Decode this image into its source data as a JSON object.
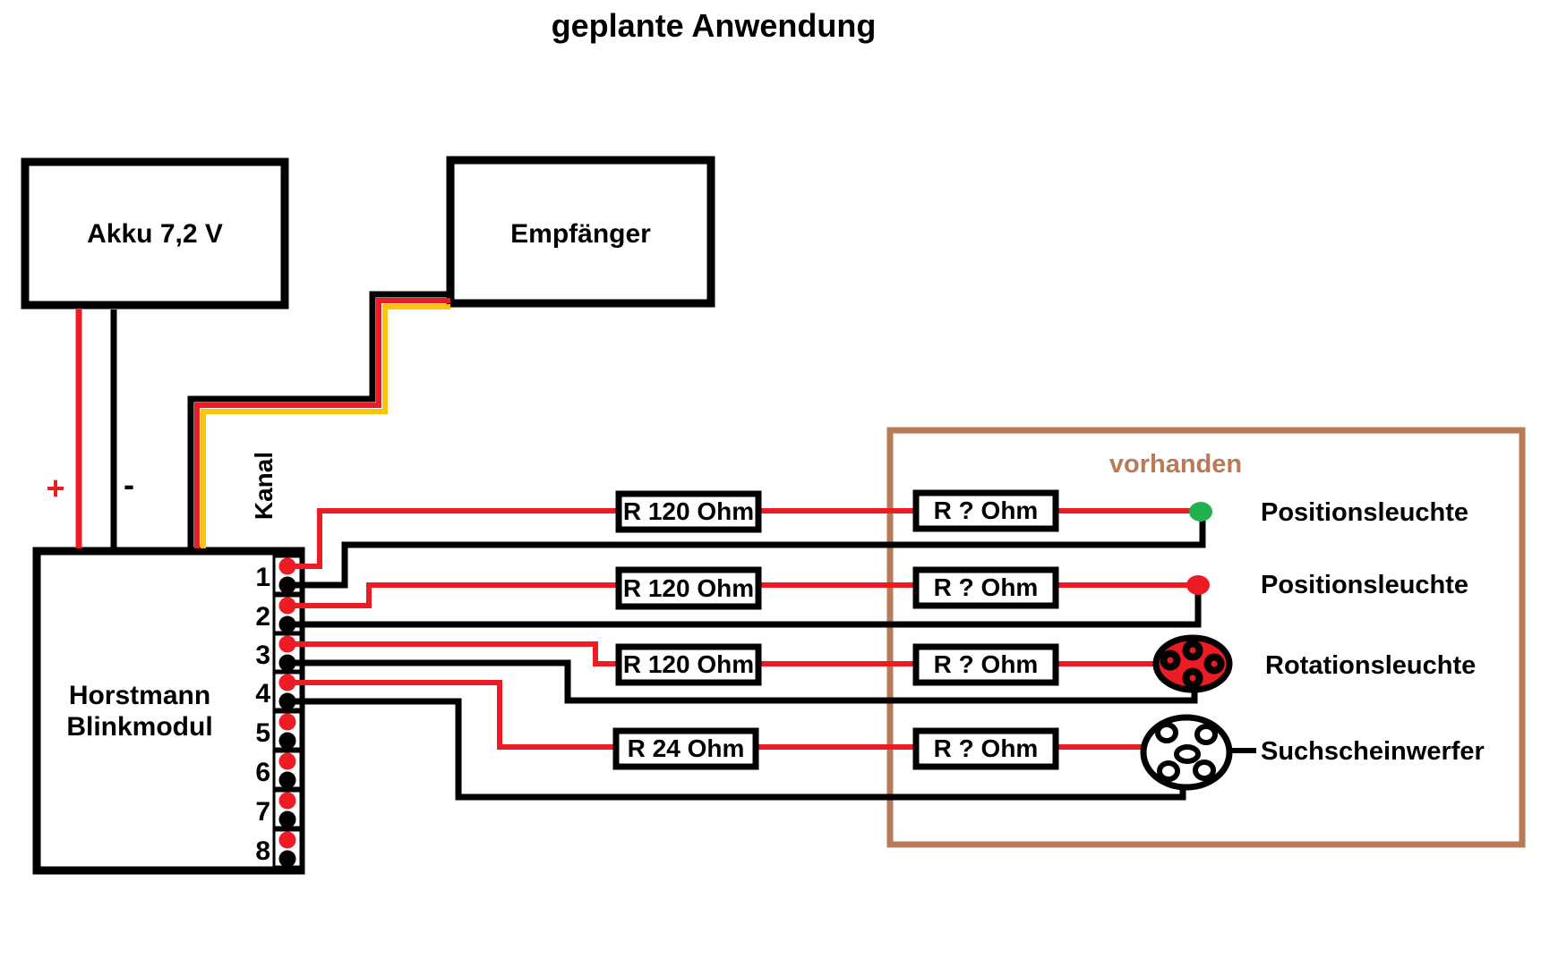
{
  "title": "geplante Anwendung",
  "colors": {
    "red": "#ed1c24",
    "yellow": "#ffc20e",
    "green": "#22b14c",
    "brown": "#b97a57",
    "black": "#000000"
  },
  "battery": {
    "label": "Akku 7,2 V",
    "plus": "+",
    "minus": "-"
  },
  "receiver": {
    "label": "Empfänger"
  },
  "module": {
    "line1": "Horstmann",
    "line2": "Blinkmodul",
    "connector_label": "Kanal",
    "channels": [
      "1",
      "2",
      "3",
      "4",
      "5",
      "6",
      "7",
      "8"
    ]
  },
  "existing_box": {
    "label": "vorhanden"
  },
  "rows": [
    {
      "resistor1": "R 120 Ohm",
      "resistor2": "R ? Ohm",
      "lamp": "green-position-light",
      "label": "Positionsleuchte"
    },
    {
      "resistor1": "R 120 Ohm",
      "resistor2": "R ? Ohm",
      "lamp": "red-position-light",
      "label": "Positionsleuchte"
    },
    {
      "resistor1": "R 120 Ohm",
      "resistor2": "R ? Ohm",
      "lamp": "rotation-beacon",
      "label": "Rotationsleuchte"
    },
    {
      "resistor1": "R 24 Ohm",
      "resistor2": "R ? Ohm",
      "lamp": "searchlight",
      "label": "Suchscheinwerfer"
    }
  ]
}
